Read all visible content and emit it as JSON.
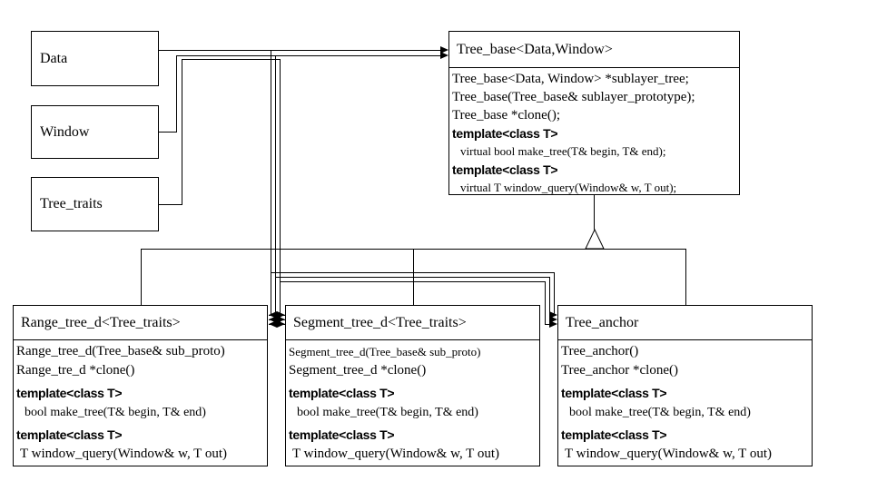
{
  "param_boxes": [
    {
      "label": "Data"
    },
    {
      "label": "Window"
    },
    {
      "label": "Tree_traits"
    }
  ],
  "classes": {
    "tree_base": {
      "title": "Tree_base<Data,Window>",
      "members": [
        "Tree_base<Data, Window> *sublayer_tree;",
        "Tree_base(Tree_base& sublayer_prototype);",
        "Tree_base *clone();",
        "template<class T>",
        "virtual bool make_tree(T& begin, T& end);",
        "template<class T>",
        "virtual T window_query(Window& w, T out);"
      ]
    },
    "range_tree": {
      "title": "Range_tree_d<Tree_traits>",
      "members": [
        "Range_tree_d(Tree_base& sub_proto)",
        "Range_tre_d *clone()",
        "template<class T>",
        "bool make_tree(T& begin, T& end)",
        "template<class T>",
        "T window_query(Window& w, T out)"
      ]
    },
    "segment_tree": {
      "title": "Segment_tree_d<Tree_traits>",
      "members": [
        "Segment_tree_d(Tree_base& sub_proto)",
        "Segment_tree_d *clone()",
        "template<class T>",
        "bool make_tree(T& begin, T& end)",
        "template<class T>",
        "T window_query(Window& w, T out)"
      ]
    },
    "tree_anchor": {
      "title": "Tree_anchor",
      "members": [
        "Tree_anchor()",
        "Tree_anchor *clone()",
        "template<class T>",
        "bool make_tree(T& begin, T& end)",
        "template<class T>",
        "T window_query(Window& w, T out)"
      ]
    }
  },
  "colors": {
    "line": "#000000",
    "background": "#ffffff"
  }
}
